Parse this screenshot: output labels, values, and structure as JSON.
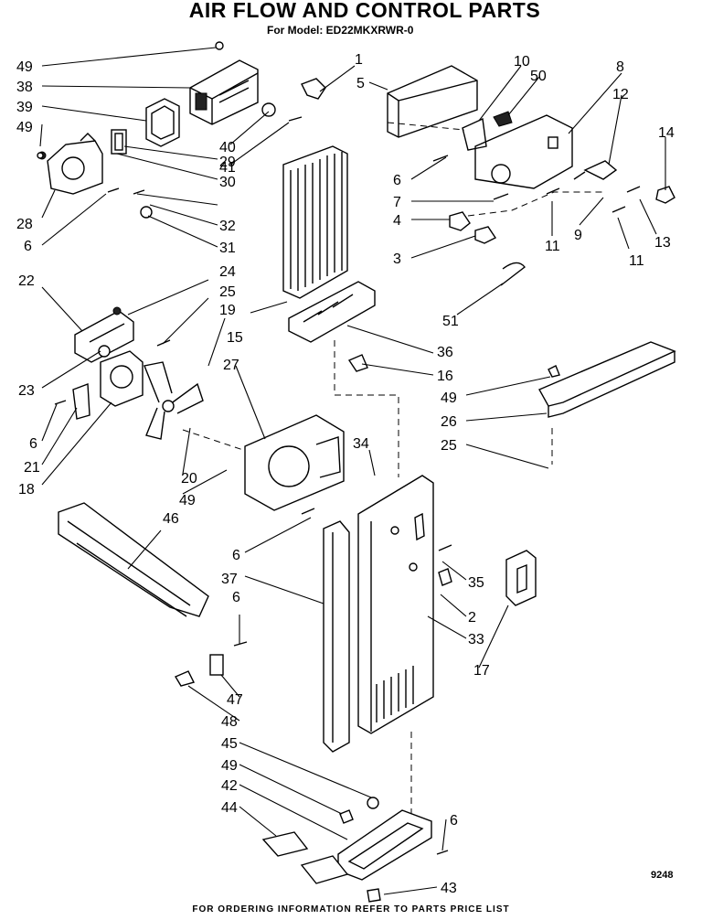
{
  "title": "AIR FLOW AND CONTROL PARTS",
  "subtitle": "For Model: ED22MKXRWR-0",
  "footer": "FOR ORDERING INFORMATION REFER TO PARTS PRICE LIST",
  "figure_number": "9248",
  "callouts": [
    "49",
    "38",
    "39",
    "49",
    "28",
    "6",
    "29",
    "30",
    "32",
    "31",
    "40",
    "41",
    "1",
    "5",
    "10",
    "50",
    "8",
    "12",
    "14",
    "6",
    "7",
    "4",
    "3",
    "11",
    "9",
    "11",
    "13",
    "22",
    "24",
    "25",
    "19",
    "15",
    "36",
    "16",
    "23",
    "27",
    "6",
    "21",
    "18",
    "20",
    "49",
    "34",
    "49",
    "26",
    "25",
    "46",
    "6",
    "37",
    "35",
    "2",
    "33",
    "17",
    "6",
    "47",
    "48",
    "45",
    "49",
    "42",
    "44",
    "6",
    "43",
    "51"
  ]
}
